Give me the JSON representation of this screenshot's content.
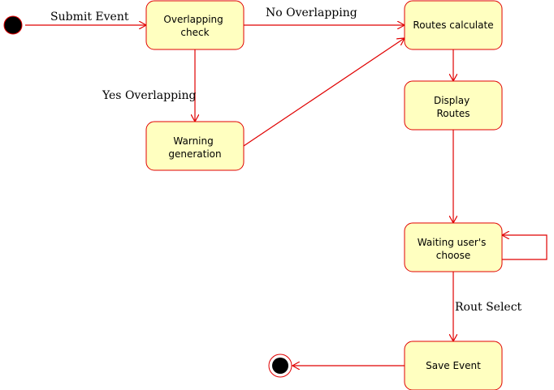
{
  "colors": {
    "state_fill": "#ffffc0",
    "state_stroke": "#e00000",
    "arrow": "#e00000",
    "node": "#000000"
  },
  "states": {
    "overlap": [
      "Overlapping",
      "check"
    ],
    "routes": [
      "Routes calculate"
    ],
    "warning": [
      "Warning",
      "generation"
    ],
    "display": [
      "Display",
      "Routes"
    ],
    "waiting": [
      "Waiting user's",
      "choose"
    ],
    "save": [
      "Save Event"
    ]
  },
  "transitions": {
    "submit": "Submit Event",
    "no_overlap": "No Overlapping",
    "yes_overlap": "Yes Overlapping",
    "rout_select": "Rout Select"
  }
}
